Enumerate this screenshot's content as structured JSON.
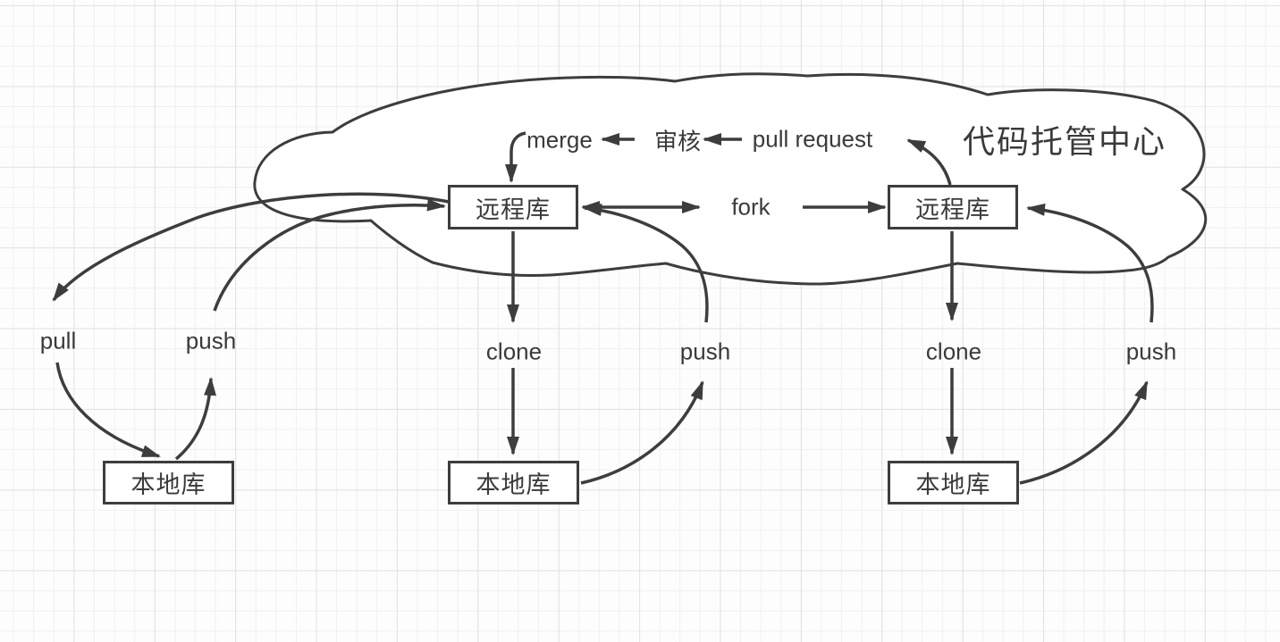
{
  "diagram": {
    "cloud": {
      "label": "代码托管中心"
    },
    "nodes": {
      "remote_left": "远程库",
      "remote_right": "远程库",
      "local_left": "本地库",
      "local_center": "本地库",
      "local_right": "本地库"
    },
    "labels": {
      "merge": "merge",
      "review": "审核",
      "pull_request": "pull request",
      "fork": "fork",
      "pull_left": "pull",
      "push_left": "push",
      "clone_center": "clone",
      "push_center": "push",
      "clone_right": "clone",
      "push_right": "push"
    },
    "colors": {
      "stroke": "#3d3d3d",
      "text": "#3a3a3a",
      "background": "#fdfdfd",
      "grid_minor": "#f0f0f0",
      "grid_major": "#e2e2e2",
      "node_fill": "#ffffff"
    }
  }
}
